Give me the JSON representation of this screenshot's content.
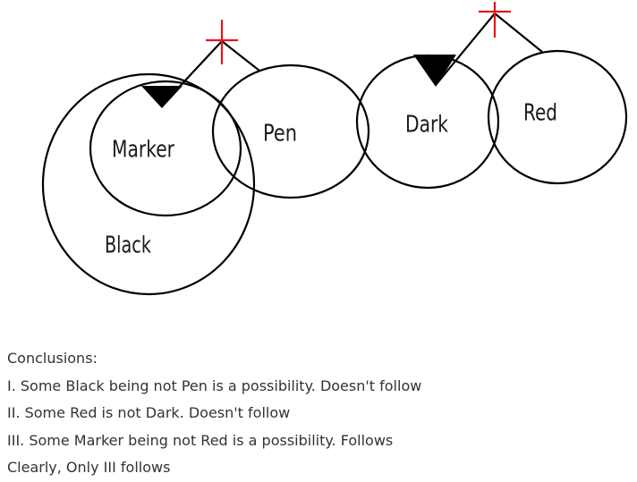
{
  "diagram": {
    "sets": {
      "black": "Black",
      "marker": "Marker",
      "pen": "Pen",
      "dark": "Dark",
      "red": "Red"
    },
    "colors": {
      "stroke": "#000000",
      "cross": "#e8141c"
    }
  },
  "text": {
    "heading": "Conclusions:",
    "lines": [
      "I. Some Black being not Pen is a possibility. Doesn't follow",
      "II. Some Red is not Dark. Doesn't follow",
      "III. Some Marker being not Red is a possibility. Follows",
      "Clearly, Only III follows"
    ]
  }
}
